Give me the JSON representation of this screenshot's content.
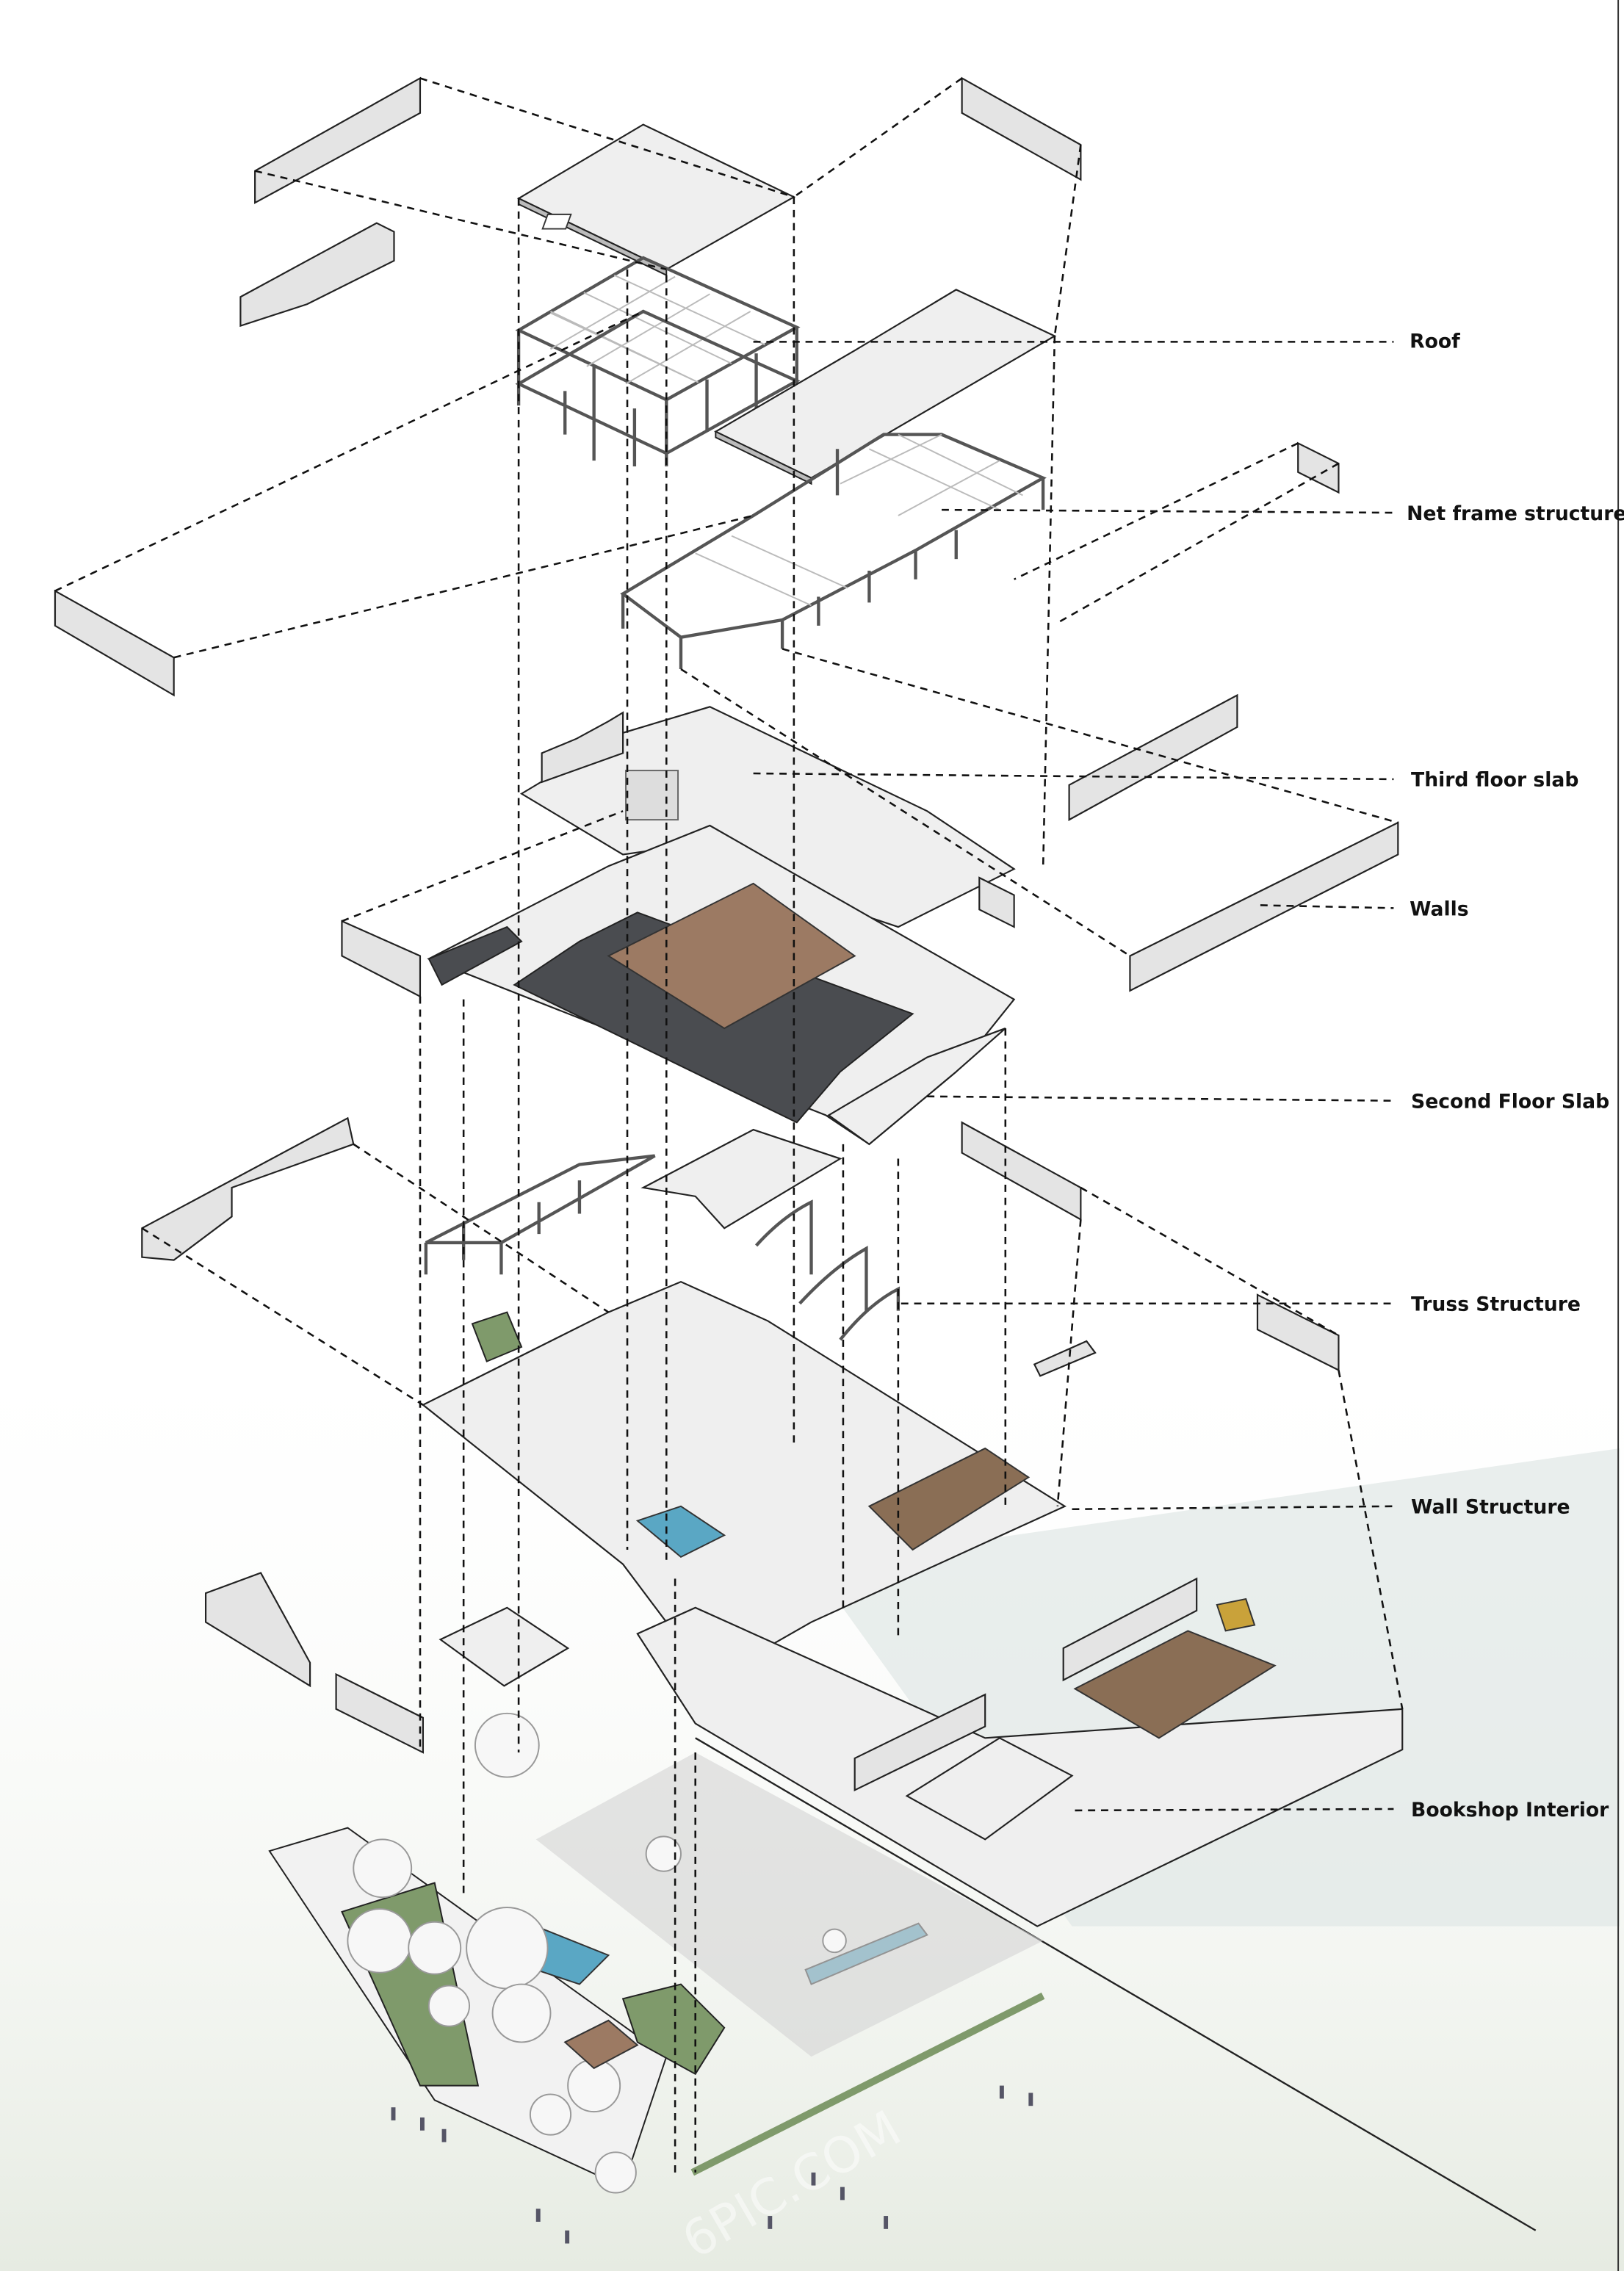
{
  "title": "Exploded axonometric diagram",
  "labels": {
    "roof": "Roof",
    "net_frame": "Net frame structure",
    "third_floor": "Third floor slab",
    "walls": "Walls",
    "second_floor": "Second Floor Slab",
    "truss": "Truss Structure",
    "wall_structure": "Wall Structure",
    "bookshop": "Bookshop Interior"
  },
  "watermark": "6PIC.COM",
  "colors": {
    "line": "#111111",
    "wall_fill": "#e4e4e4",
    "dark_roof": "#4a4c50",
    "landscape_green": "#7f9a6b",
    "water": "#5aa7c4",
    "timber": "#8a6e55"
  }
}
